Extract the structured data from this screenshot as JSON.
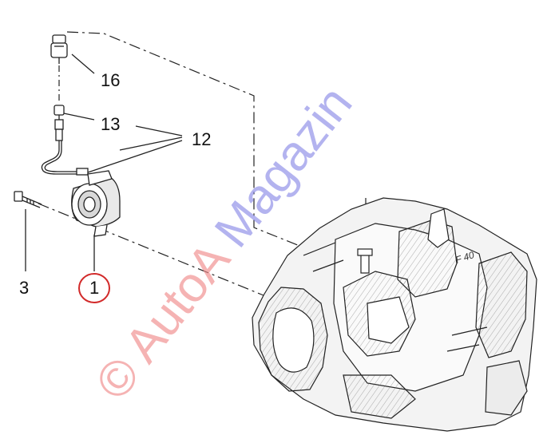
{
  "callouts": {
    "c16": "16",
    "c13": "13",
    "c12": "12",
    "c3": "3",
    "c1": "1"
  },
  "watermark": {
    "part1": "© AutoA",
    "part2": "Magazin",
    "color_red": "#f08a8a",
    "color_blue": "#8a8ae6"
  },
  "highlight_color": "#d22a2a"
}
